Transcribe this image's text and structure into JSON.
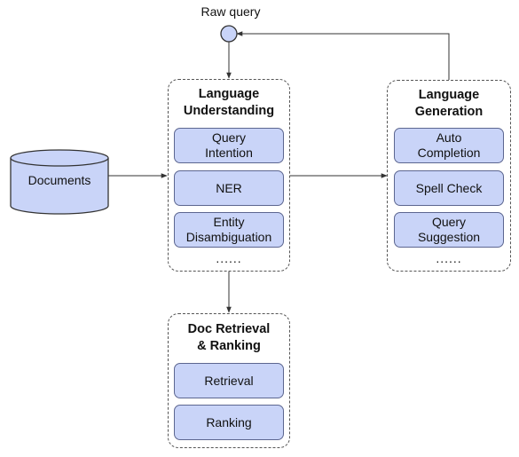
{
  "raw_query": {
    "label": "Raw query"
  },
  "documents": {
    "label": "Documents"
  },
  "understanding": {
    "title": "Language\nUnderstanding",
    "items": [
      "Query\nIntention",
      "NER",
      "Entity\nDisambiguation"
    ],
    "ellipsis": "......"
  },
  "generation": {
    "title": "Language\nGeneration",
    "items": [
      "Auto\nCompletion",
      "Spell Check",
      "Query\nSuggestion"
    ],
    "ellipsis": "......"
  },
  "retrieval": {
    "title": "Doc Retrieval\n& Ranking",
    "items": [
      "Retrieval",
      "Ranking"
    ]
  },
  "colors": {
    "item_fill": "#c9d4f8",
    "item_border": "#5c6690",
    "node_fill": "#c9d4f8",
    "line": "#333333"
  }
}
